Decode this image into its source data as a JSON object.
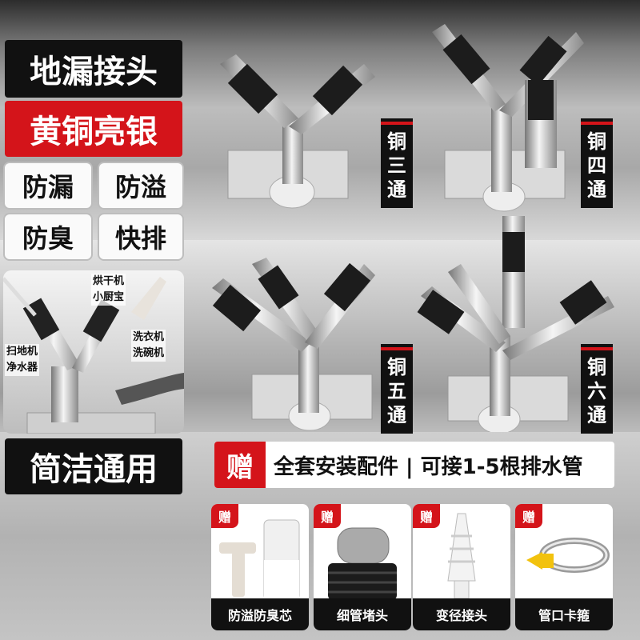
{
  "headline": "地漏接头",
  "material": "黄铜亮银",
  "features": [
    "防漏",
    "防溢",
    "防臭",
    "快排"
  ],
  "variants": [
    {
      "label_chars": [
        "铜",
        "三",
        "通"
      ]
    },
    {
      "label_chars": [
        "铜",
        "四",
        "通"
      ]
    },
    {
      "label_chars": [
        "铜",
        "五",
        "通"
      ]
    },
    {
      "label_chars": [
        "铜",
        "六",
        "通"
      ]
    }
  ],
  "usage_callouts": {
    "top_right": [
      "烘干机",
      "小厨宝"
    ],
    "left": [
      "扫地机",
      "净水器"
    ],
    "right": [
      "洗衣机",
      "洗碗机"
    ]
  },
  "slogan": "简洁通用",
  "gift_bar": {
    "badge": "赠",
    "text": "全套安装配件 | 可接1-5根排水管"
  },
  "gift_items": [
    {
      "badge": "赠",
      "name": "防溢防臭芯",
      "icon": "anti-odor-core-icon"
    },
    {
      "badge": "赠",
      "name": "细管堵头",
      "icon": "pipe-plug-icon"
    },
    {
      "badge": "赠",
      "name": "变径接头",
      "icon": "reducer-adapter-icon"
    },
    {
      "badge": "赠",
      "name": "管口卡箍",
      "icon": "hose-clamp-icon"
    }
  ],
  "colors": {
    "accent_red": "#d4141a",
    "black": "#111111",
    "chrome": "#c8c8c8"
  }
}
